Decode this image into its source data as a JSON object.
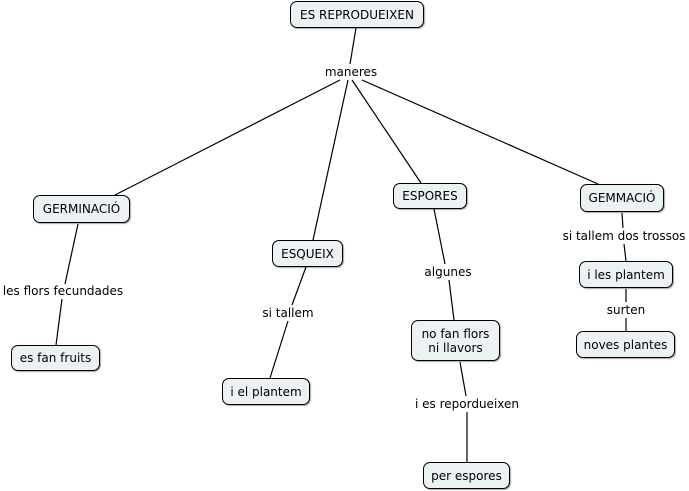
{
  "colors": {
    "node_fill": "#ecf2f4",
    "node_border": "#000000",
    "line": "#000000",
    "background": "#ffffff"
  },
  "nodes": {
    "root": "ES REPRODUEIXEN",
    "germinacio": "GERMINACIÓ",
    "esqueix": "ESQUEIX",
    "espores": "ESPORES",
    "gemmacio": "GEMMACIÓ",
    "fan_fruits": "es fan fruits",
    "el_plantem": "i el plantem",
    "no_fan_flors": "no fan flors\nni llavors",
    "per_espores": "per espores",
    "les_plantem": "i les plantem",
    "noves_plantes": "noves plantes"
  },
  "links": {
    "maneres": "maneres",
    "flors_fecundades": "les flors fecundades",
    "si_tallem": "si tallem",
    "algunes": "algunes",
    "reproduexen": "i es repordueixen",
    "dos_trossos": "si tallem dos trossos",
    "surten": "surten"
  }
}
